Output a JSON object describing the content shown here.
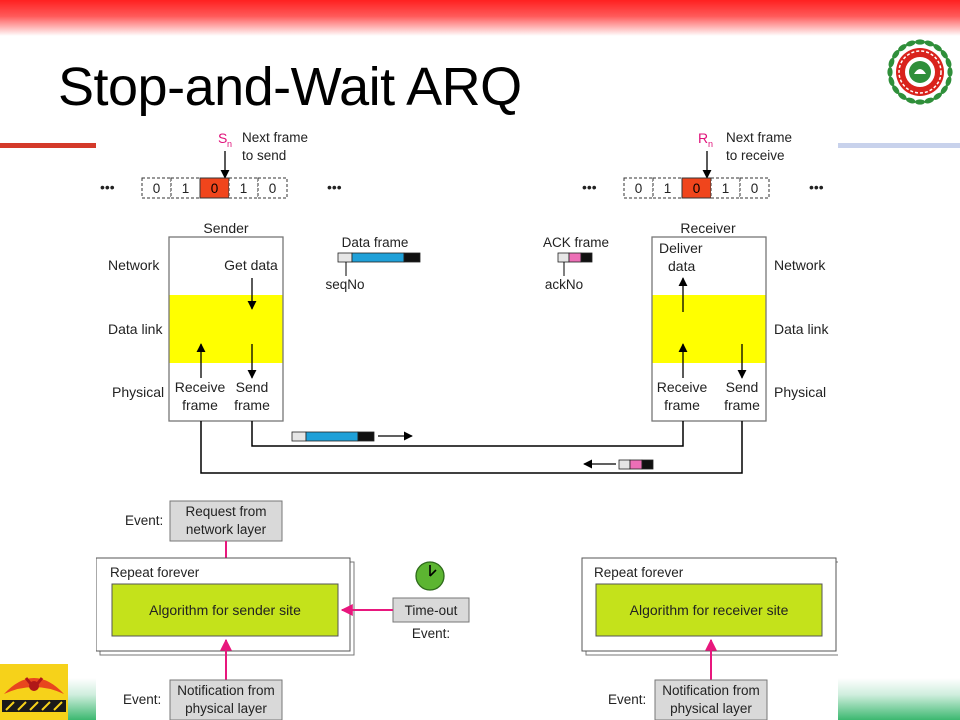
{
  "slide": {
    "title": "Stop-and-Wait ARQ"
  },
  "diagram": {
    "sender_window": {
      "pointer_symbol": "S",
      "pointer_subscript": "n",
      "caption_line1": "Next frame",
      "caption_line2": "to send",
      "ellipsis": "•••",
      "slots": [
        "0",
        "1",
        "0",
        "1",
        "0"
      ]
    },
    "receiver_window": {
      "pointer_symbol": "R",
      "pointer_subscript": "n",
      "caption_line1": "Next frame",
      "caption_line2": "to receive",
      "ellipsis": "•••",
      "slots": [
        "0",
        "1",
        "0",
        "1",
        "0"
      ]
    },
    "sender": {
      "heading": "Sender",
      "get_data": "Get data",
      "receive_line1": "Receive",
      "receive_line2": "frame",
      "send_line1": "Send",
      "send_line2": "frame"
    },
    "receiver": {
      "heading": "Receiver",
      "deliver_line1": "Deliver",
      "deliver_line2": "data",
      "receive_line1": "Receive",
      "receive_line2": "frame",
      "send_line1": "Send",
      "send_line2": "frame"
    },
    "layers": {
      "network": "Network",
      "data_link": "Data link",
      "physical": "Physical"
    },
    "data_frame": {
      "label": "Data frame",
      "field_label": "seqNo"
    },
    "ack_frame": {
      "label": "ACK frame",
      "field_label": "ackNo"
    },
    "sender_events": {
      "event_label": "Event:",
      "request_line1": "Request from",
      "request_line2": "network layer",
      "repeat_label": "Repeat forever",
      "algorithm_label": "Algorithm for sender site",
      "timeout_label": "Time-out",
      "notification_line1": "Notification from",
      "notification_line2": "physical layer"
    },
    "receiver_events": {
      "event_label": "Event:",
      "repeat_label": "Repeat forever",
      "algorithm_label": "Algorithm for receiver site",
      "notification_line1": "Notification from",
      "notification_line2": "physical layer"
    },
    "colors": {
      "current_slot": "#f0451c",
      "data_link_band": "#ffff00",
      "algorithm_fill": "#c4e21b",
      "event_box_fill": "#d9d9d9",
      "pink_arrow": "#e8177d",
      "pointer_text": "#e0117a",
      "data_payload": "#1fa0d8",
      "ack_payload": "#ec6fb6",
      "trailer": "#111111",
      "clock_fill": "#5cb531"
    },
    "icons": {
      "timer": "clock-icon"
    }
  },
  "branding": {
    "logo_icon": "institute-seal-icon",
    "club_icon": "e-cell-logo"
  }
}
